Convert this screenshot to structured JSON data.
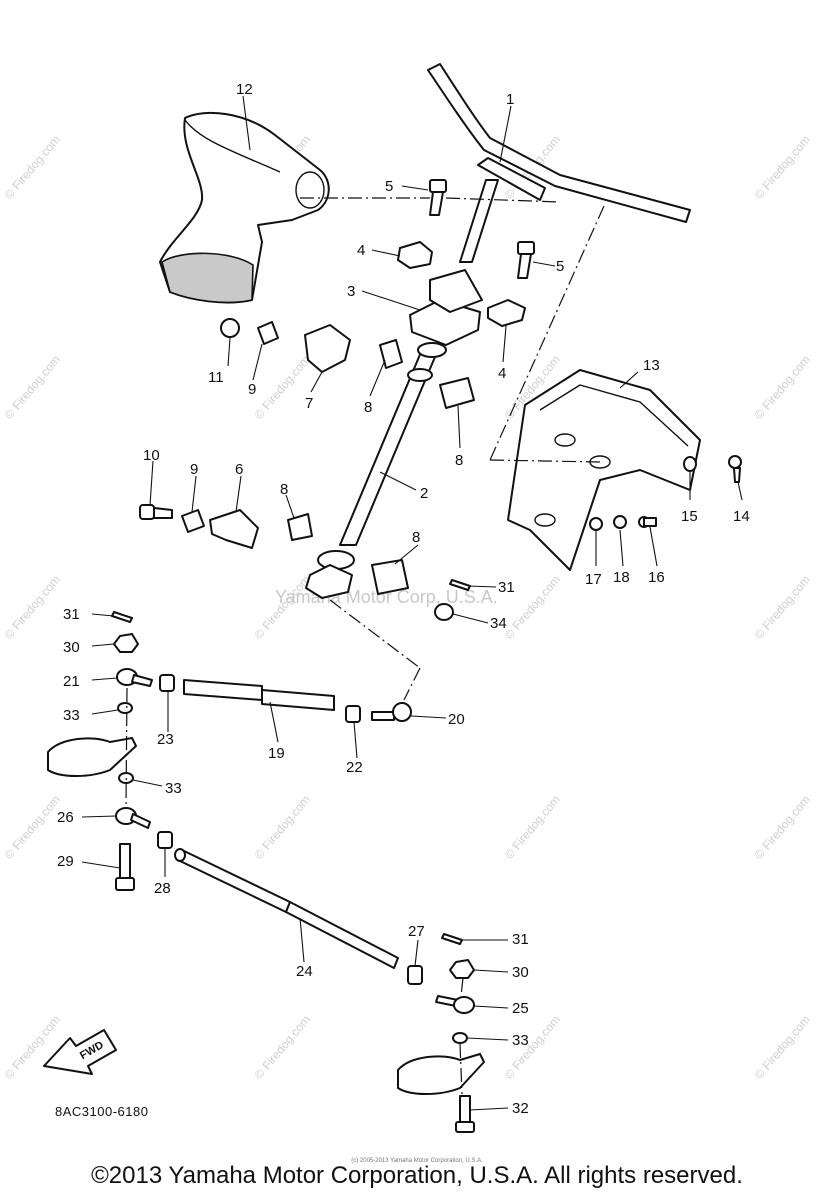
{
  "diagram_code": "8AC3100-6180",
  "copyright": "©2013 Yamaha Motor Corporation, U.S.A. All rights reserved.",
  "copyright_small": "(c) 2005-2013 Yamaha Motor Corporation, U.S.A.",
  "watermark_center": "Yamaha Motor Corp, U.S.A.",
  "watermark_repeat": "© Firedog.com",
  "fwd_label": "FWD",
  "callouts": {
    "c1": "1",
    "c2": "2",
    "c3": "3",
    "c4a": "4",
    "c4b": "4",
    "c5a": "5",
    "c5b": "5",
    "c6": "6",
    "c7": "7",
    "c8a": "8",
    "c8b": "8",
    "c8c": "8",
    "c8d": "8",
    "c9a": "9",
    "c9b": "9",
    "c10": "10",
    "c11": "11",
    "c12": "12",
    "c13": "13",
    "c14": "14",
    "c15": "15",
    "c16": "16",
    "c17": "17",
    "c18": "18",
    "c19": "19",
    "c20": "20",
    "c21": "21",
    "c22": "22",
    "c23": "23",
    "c24": "24",
    "c25": "25",
    "c26": "26",
    "c27": "27",
    "c28": "28",
    "c29": "29",
    "c30a": "30",
    "c30b": "30",
    "c31a": "31",
    "c31b": "31",
    "c31c": "31",
    "c32": "32",
    "c33a": "33",
    "c33b": "33",
    "c33c": "33",
    "c34": "34"
  }
}
